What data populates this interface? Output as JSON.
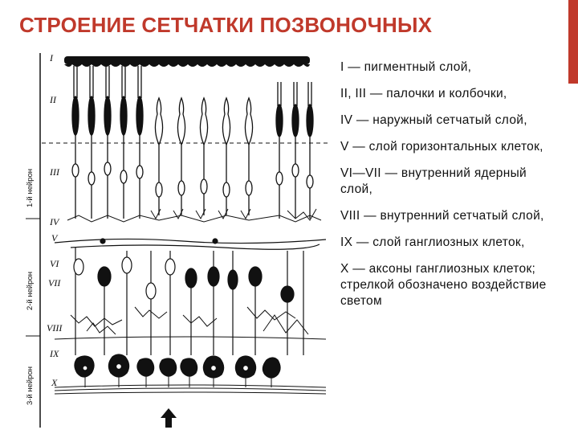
{
  "slide": {
    "title": "СТРОЕНИЕ СЕТЧАТКИ ПОЗВОНОЧНЫХ",
    "accent_color": "#c0392b"
  },
  "figure": {
    "layer_labels": [
      "I",
      "II",
      "III",
      "IV",
      "V",
      "VI",
      "VII",
      "VIII",
      "IX",
      "X"
    ],
    "neuron_labels": [
      "1-й нейрон",
      "2-й нейрон",
      "3-й нейрон"
    ],
    "arrow_icon": "up-arrow-icon"
  },
  "legend": {
    "items": [
      "I — пигментный слой,",
      "II, III — палочки и колбочки,",
      "IV — наружный сетчатый слой,",
      "V — слой горизонтальных клеток,",
      "VI—VII — внутренний ядерный слой,",
      "VIII — внутренний сетчатый слой,",
      "IX — слой ганглиозных клеток,",
      "X — аксоны ганглиозных клеток; стрелкой обозначено воздействие светом"
    ]
  }
}
